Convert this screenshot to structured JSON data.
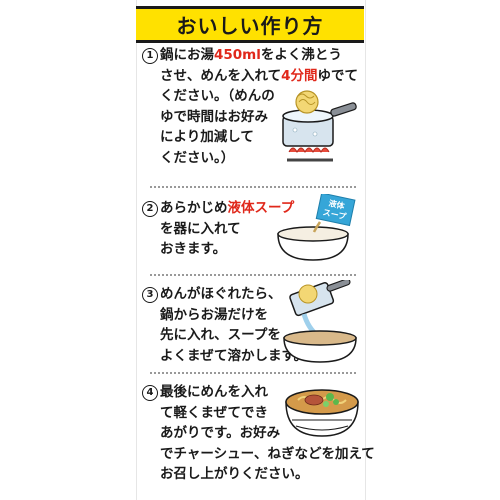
{
  "title": "おいしい作り方",
  "steps": [
    {
      "number": "1",
      "lines": [
        {
          "a": "鍋にお湯",
          "hl": "450ml",
          "b": "をよく沸とう"
        },
        {
          "a": "させ、めんを入れて",
          "hl": "4分間",
          "b": "ゆでて"
        },
        {
          "a": "ください。（めんの"
        },
        {
          "a": "ゆで時間はお好み"
        },
        {
          "a": "により加減して"
        },
        {
          "a": "ください。）"
        }
      ]
    },
    {
      "number": "2",
      "lines": [
        {
          "a": "あらかじめ",
          "hl": "液体スープ",
          "b": ""
        },
        {
          "a": "を器に入れて"
        },
        {
          "a": "おきます。"
        }
      ],
      "packet_label_1": "液体",
      "packet_label_2": "スープ"
    },
    {
      "number": "3",
      "lines": [
        {
          "a": "めんがほぐれたら、"
        },
        {
          "a": "鍋からお湯だけを"
        },
        {
          "a": "先に入れ、スープを"
        },
        {
          "a": "よくまぜて溶かします。"
        }
      ]
    },
    {
      "number": "4",
      "lines": [
        {
          "a": "最後にめんを入れ"
        },
        {
          "a": "て軽くまぜてでき"
        },
        {
          "a": "あがりです。お好み"
        },
        {
          "a": "でチャーシュー、ねぎなどを加えて"
        },
        {
          "a": "お召し上がりください。"
        }
      ]
    }
  ],
  "colors": {
    "accent": "#ffe100",
    "highlight": "#e0281b",
    "packet": "#36a6d8"
  }
}
